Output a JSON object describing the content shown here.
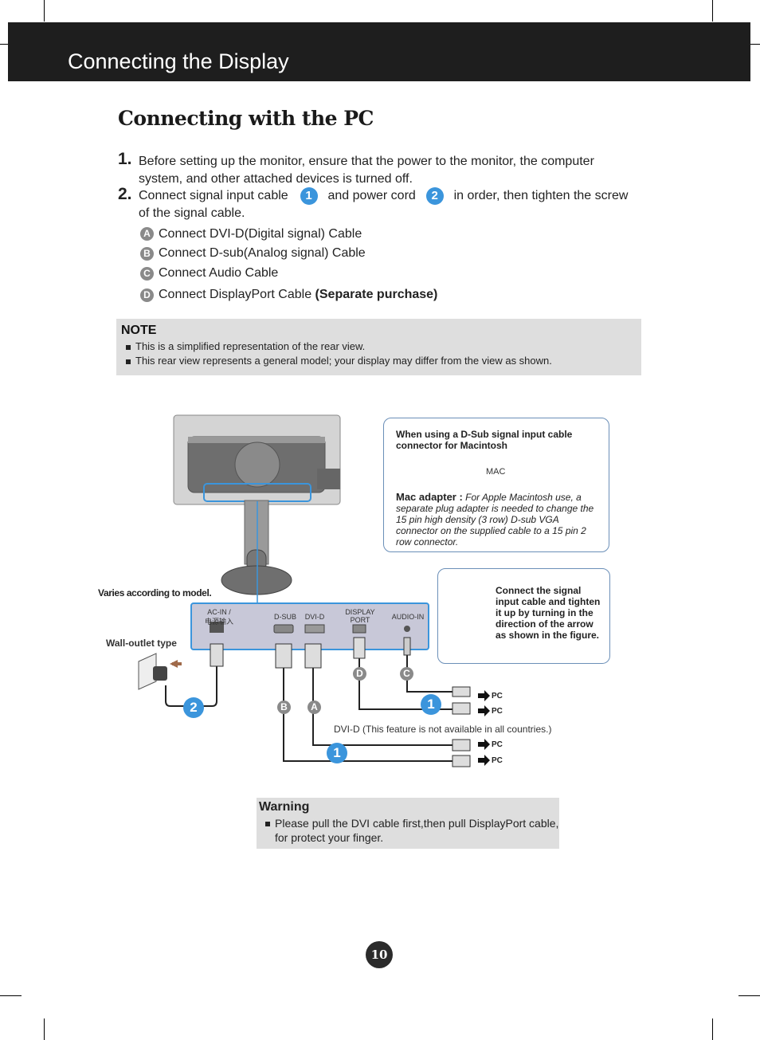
{
  "header": {
    "title": "Connecting the Display"
  },
  "page_title": "Connecting with the PC",
  "steps": [
    {
      "num": "1.",
      "text_line1": "Before setting up the monitor, ensure that the power to the monitor, the computer",
      "text_line2": "system, and other attached devices is turned off."
    },
    {
      "num": "2.",
      "text_a": "Connect signal input cable",
      "badge1": "1",
      "text_b": "and power cord",
      "badge2": "2",
      "text_c": "in order, then tighten the screw",
      "text_line2": "of the signal cable."
    }
  ],
  "sub_items": [
    {
      "letter": "A",
      "text": "Connect DVI-D(Digital signal) Cable",
      "bold": ""
    },
    {
      "letter": "B",
      "text": "Connect D-sub(Analog signal) Cable",
      "bold": ""
    },
    {
      "letter": "C",
      "text": "Connect Audio Cable",
      "bold": ""
    },
    {
      "letter": "D",
      "text": "Connect DisplayPort Cable",
      "bold": "(Separate purchase)"
    }
  ],
  "note": {
    "title": "NOTE",
    "lines": [
      "This is a simplified representation of the rear view.",
      "This rear view represents a general model; your display may differ from the view as shown."
    ]
  },
  "mac_panel": {
    "title_line1": "When using a D-Sub signal input cable",
    "title_line2": "connector for Macintosh",
    "mac_label": "MAC",
    "adapter_bold": "Mac adapter :",
    "adapter_lines": [
      "For Apple Macintosh use, a",
      "separate plug adapter is needed to change the",
      "15 pin high density (3 row) D-sub VGA",
      "connector on the supplied cable to a 15 pin  2",
      "row connector."
    ]
  },
  "screw_panel": {
    "lines": [
      "Connect the signal",
      "input cable and tighten",
      "it up by turning in the",
      "direction of the arrow",
      "as shown in the figure."
    ]
  },
  "diagram": {
    "varies_label": "Varies according to model.",
    "wall_label": "Wall-outlet type",
    "ports": [
      "AC-IN /",
      "电源输入",
      "D-SUB",
      "DVI-D",
      "DISPLAY",
      "PORT",
      "AUDIO-IN"
    ],
    "dvi_note": "DVI-D (This feature is not available in all countries.)",
    "pc_label": "PC",
    "cable_letters": [
      "D",
      "C",
      "B",
      "A"
    ],
    "badges": [
      "2",
      "1",
      "1"
    ]
  },
  "warning": {
    "title": "Warning",
    "line1": "Please pull the DVI cable first,then pull DisplayPort cable,",
    "line2": "for protect your finger."
  },
  "page_number": "10",
  "colors": {
    "header_bg": "#1e1e1e",
    "badge_blue": "#3b95dc",
    "note_bg": "#dedede",
    "panel_border": "#6b8fb8"
  }
}
